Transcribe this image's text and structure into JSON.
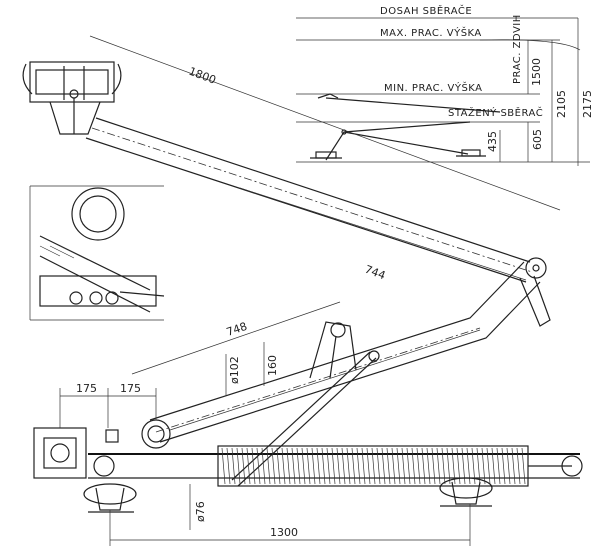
{
  "labels": {
    "reach": "DOSAH SBĚRAČE",
    "max_height": "MAX. PRAC. VÝŠKA",
    "min_height": "MIN. PRAC. VÝŠKA",
    "retracted": "STAŽENÝ SBĚRAČ",
    "lift": "PRAC. ZDVIH"
  },
  "dimensions": {
    "d1800": "1800",
    "d744": "744",
    "d748": "748",
    "d160": "160",
    "d102": "ø102",
    "d175a": "175",
    "d175b": "175",
    "d1300": "1300",
    "d76": "ø76",
    "d1500": "1500",
    "d2105": "2105",
    "d2175": "2175",
    "d605": "605",
    "d435": "435"
  }
}
